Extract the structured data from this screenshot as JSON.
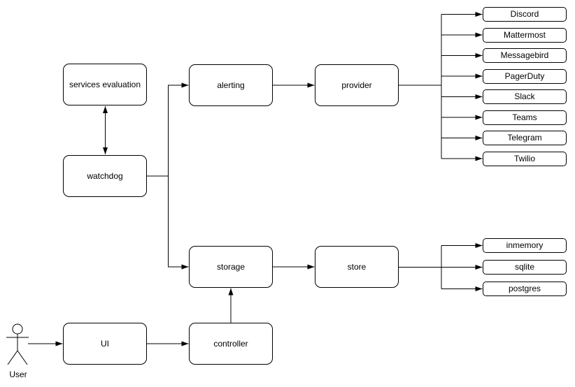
{
  "diagram": {
    "colors": {
      "background": "#ffffff",
      "node_fill": "#ffffff",
      "stroke": "#000000",
      "text": "#000000"
    },
    "nodes": {
      "services_evaluation": "services evaluation",
      "watchdog": "watchdog",
      "alerting": "alerting",
      "provider": "provider",
      "storage": "storage",
      "store": "store",
      "ui": "UI",
      "controller": "controller"
    },
    "actor": {
      "label": "User"
    },
    "provider_items": [
      "Discord",
      "Mattermost",
      "Messagebird",
      "PagerDuty",
      "Slack",
      "Teams",
      "Telegram",
      "Twilio"
    ],
    "store_items": [
      "inmemory",
      "sqlite",
      "postgres"
    ],
    "edges": [
      {
        "from": "services evaluation",
        "to": "watchdog",
        "arrows": "both"
      },
      {
        "from": "watchdog",
        "to": "alerting",
        "arrows": "end"
      },
      {
        "from": "watchdog",
        "to": "storage",
        "arrows": "end"
      },
      {
        "from": "alerting",
        "to": "provider",
        "arrows": "end"
      },
      {
        "from": "provider",
        "to": "Discord",
        "arrows": "end"
      },
      {
        "from": "provider",
        "to": "Mattermost",
        "arrows": "end"
      },
      {
        "from": "provider",
        "to": "Messagebird",
        "arrows": "end"
      },
      {
        "from": "provider",
        "to": "PagerDuty",
        "arrows": "end"
      },
      {
        "from": "provider",
        "to": "Slack",
        "arrows": "end"
      },
      {
        "from": "provider",
        "to": "Teams",
        "arrows": "end"
      },
      {
        "from": "provider",
        "to": "Telegram",
        "arrows": "end"
      },
      {
        "from": "provider",
        "to": "Twilio",
        "arrows": "end"
      },
      {
        "from": "storage",
        "to": "store",
        "arrows": "end"
      },
      {
        "from": "store",
        "to": "inmemory",
        "arrows": "end"
      },
      {
        "from": "store",
        "to": "sqlite",
        "arrows": "end"
      },
      {
        "from": "store",
        "to": "postgres",
        "arrows": "end"
      },
      {
        "from": "controller",
        "to": "storage",
        "arrows": "end"
      },
      {
        "from": "UI",
        "to": "controller",
        "arrows": "end"
      },
      {
        "from": "User",
        "to": "UI",
        "arrows": "end"
      }
    ]
  }
}
